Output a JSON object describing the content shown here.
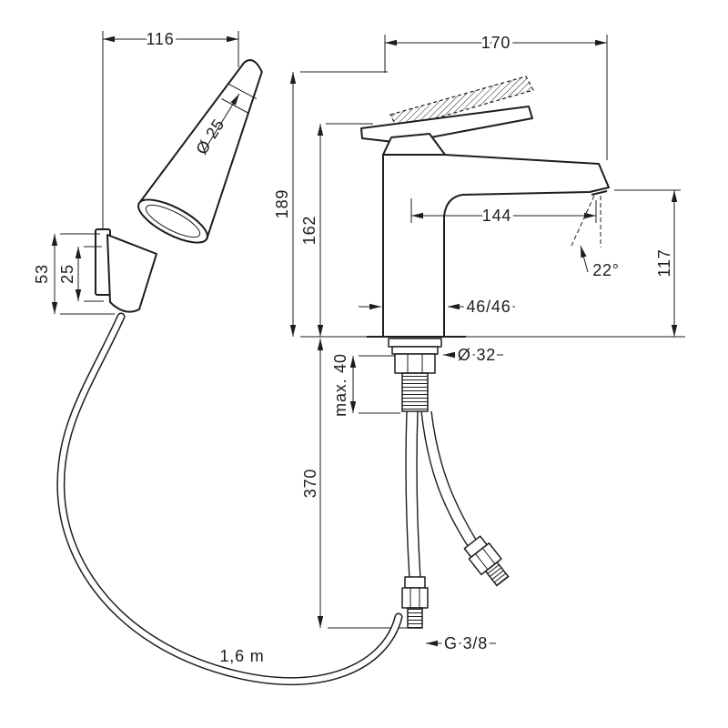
{
  "hand_shower": {
    "width": "116",
    "grip_diameter": "Ø 25",
    "holder_height": "53",
    "holder_depth": "25",
    "hose_length": "1,6 m"
  },
  "mixer": {
    "width": "170",
    "height_total": "189",
    "height_to_spout": "162",
    "spout_reach": "144",
    "outlet_height": "117",
    "stream_angle": "22°",
    "body_section": "46/46",
    "hole_diameter": "Ø 32",
    "max_mounting_thickness": "max. 40",
    "connection_drop": "370",
    "thread": "G 3/8"
  },
  "colors": {
    "ink": "#1d1d1b",
    "background": "#ffffff"
  }
}
